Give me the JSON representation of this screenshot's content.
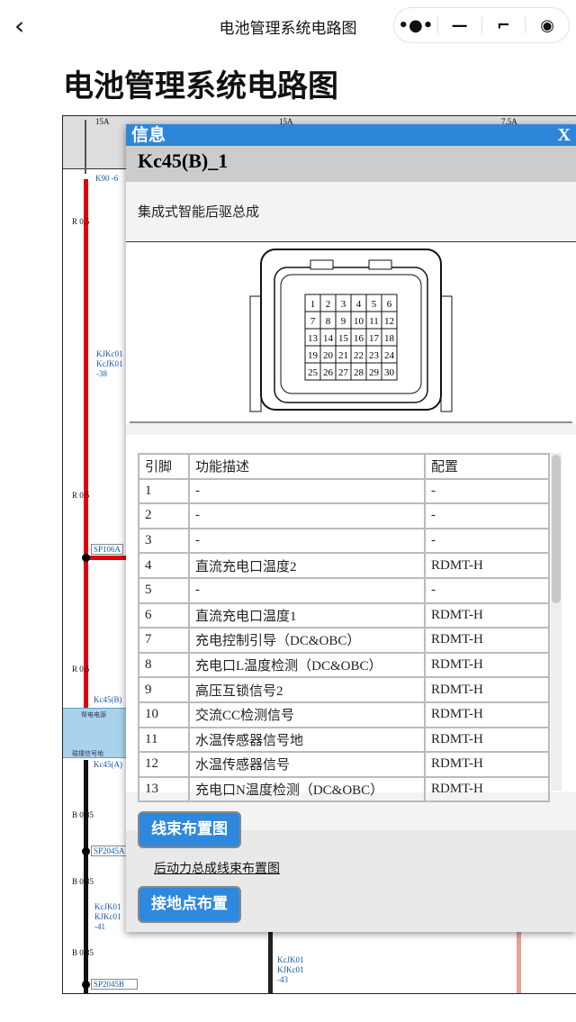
{
  "nav": {
    "back_icon": "chevron-left-icon",
    "title": "电池管理系统电路图",
    "capsule_icons": [
      "more-dots-icon",
      "minimize-icon",
      "restore-icon",
      "record-icon"
    ]
  },
  "page_title": "电池管理系统电路图",
  "diagram": {
    "fuses": [
      "15A",
      "15A",
      "7.5A"
    ],
    "labels": {
      "k90": "K90 -6",
      "r1": "R 0.5",
      "r2": "R 0.5",
      "r3": "R 0.5",
      "kj1a": "KJKc01",
      "kj1b": "KcJK01",
      "kj1c": "-38",
      "sp106a": "SP106A",
      "kc45b": "Kc45(B)",
      "band1": "帮电电源",
      "band2": "碰撞信号地",
      "kc45a": "Kc45(A)",
      "b1": "B 0.35",
      "sp2045a": "SP2045A",
      "b2": "B 0.35",
      "kj2a": "KcJK01",
      "kj2b": "KJKc01",
      "kj2c": "-41",
      "b3": "B 0.35",
      "sp2045b": "SP2045B",
      "kj3a": "KcJK01",
      "kj3b": "KJKc01",
      "kj3c": "-43"
    },
    "colors": {
      "red_wire": "#e00010",
      "black_wire": "#111111",
      "pink_wire": "#e8a098",
      "band": "#a9d3ec"
    }
  },
  "popup": {
    "header": "信息",
    "close": "X",
    "connector_name": "Kc45(B)_1",
    "description": "集成式智能后驱总成",
    "pins": [
      [
        1,
        2,
        3,
        4,
        5,
        6
      ],
      [
        7,
        8,
        9,
        10,
        11,
        12
      ],
      [
        13,
        14,
        15,
        16,
        17,
        18
      ],
      [
        19,
        20,
        21,
        22,
        23,
        24
      ],
      [
        25,
        26,
        27,
        28,
        29,
        30
      ]
    ],
    "table": {
      "headers": [
        "引脚",
        "功能描述",
        "配置"
      ],
      "rows": [
        [
          "1",
          "-",
          "-"
        ],
        [
          "2",
          "-",
          "-"
        ],
        [
          "3",
          "-",
          "-"
        ],
        [
          "4",
          "直流充电口温度2",
          "RDMT-H"
        ],
        [
          "5",
          "-",
          "-"
        ],
        [
          "6",
          "直流充电口温度1",
          "RDMT-H"
        ],
        [
          "7",
          "充电控制引导（DC&OBC）",
          "RDMT-H"
        ],
        [
          "8",
          "充电口L温度检测（DC&OBC）",
          "RDMT-H"
        ],
        [
          "9",
          "高压互锁信号2",
          "RDMT-H"
        ],
        [
          "10",
          "交流CC检测信号",
          "RDMT-H"
        ],
        [
          "11",
          "水温传感器信号地",
          "RDMT-H"
        ],
        [
          "12",
          "水温传感器信号",
          "RDMT-H"
        ],
        [
          "13",
          "充电口N温度检测（DC&OBC）",
          "RDMT-H"
        ]
      ]
    },
    "harness_button": "线束布置图",
    "harness_link": "后动力总成线束布置图",
    "ground_button": "接地点布置",
    "accent": "#2e86d8"
  }
}
